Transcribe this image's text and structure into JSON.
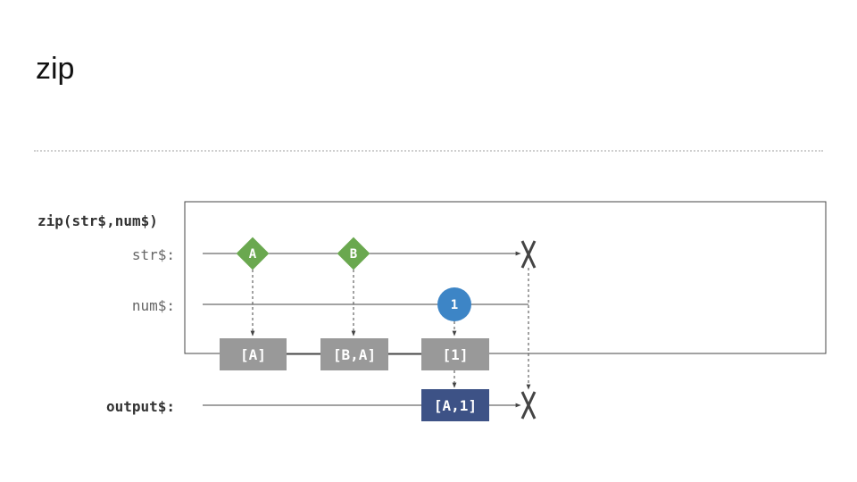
{
  "slide": {
    "title": "zip"
  },
  "diagram": {
    "operator_label": "zip(str$,num$)",
    "streams": {
      "str": {
        "label": "str$:",
        "events": [
          {
            "value": "A",
            "shape": "diamond"
          },
          {
            "value": "B",
            "shape": "diamond"
          }
        ],
        "completed": true
      },
      "num": {
        "label": "num$:",
        "events": [
          {
            "value": "1",
            "shape": "circle"
          }
        ]
      },
      "output": {
        "label": "output$:",
        "events": [
          {
            "value": "[A,1]"
          }
        ],
        "completed": true
      }
    },
    "buffers": [
      "[A]",
      "[B,A]",
      "[1]"
    ],
    "colors": {
      "str_marble": "#6aa84f",
      "num_marble": "#3d85c6",
      "buffer_box": "#999999",
      "output_box": "#3d5286",
      "line": "#444444",
      "completion_mark": "#444444"
    }
  }
}
